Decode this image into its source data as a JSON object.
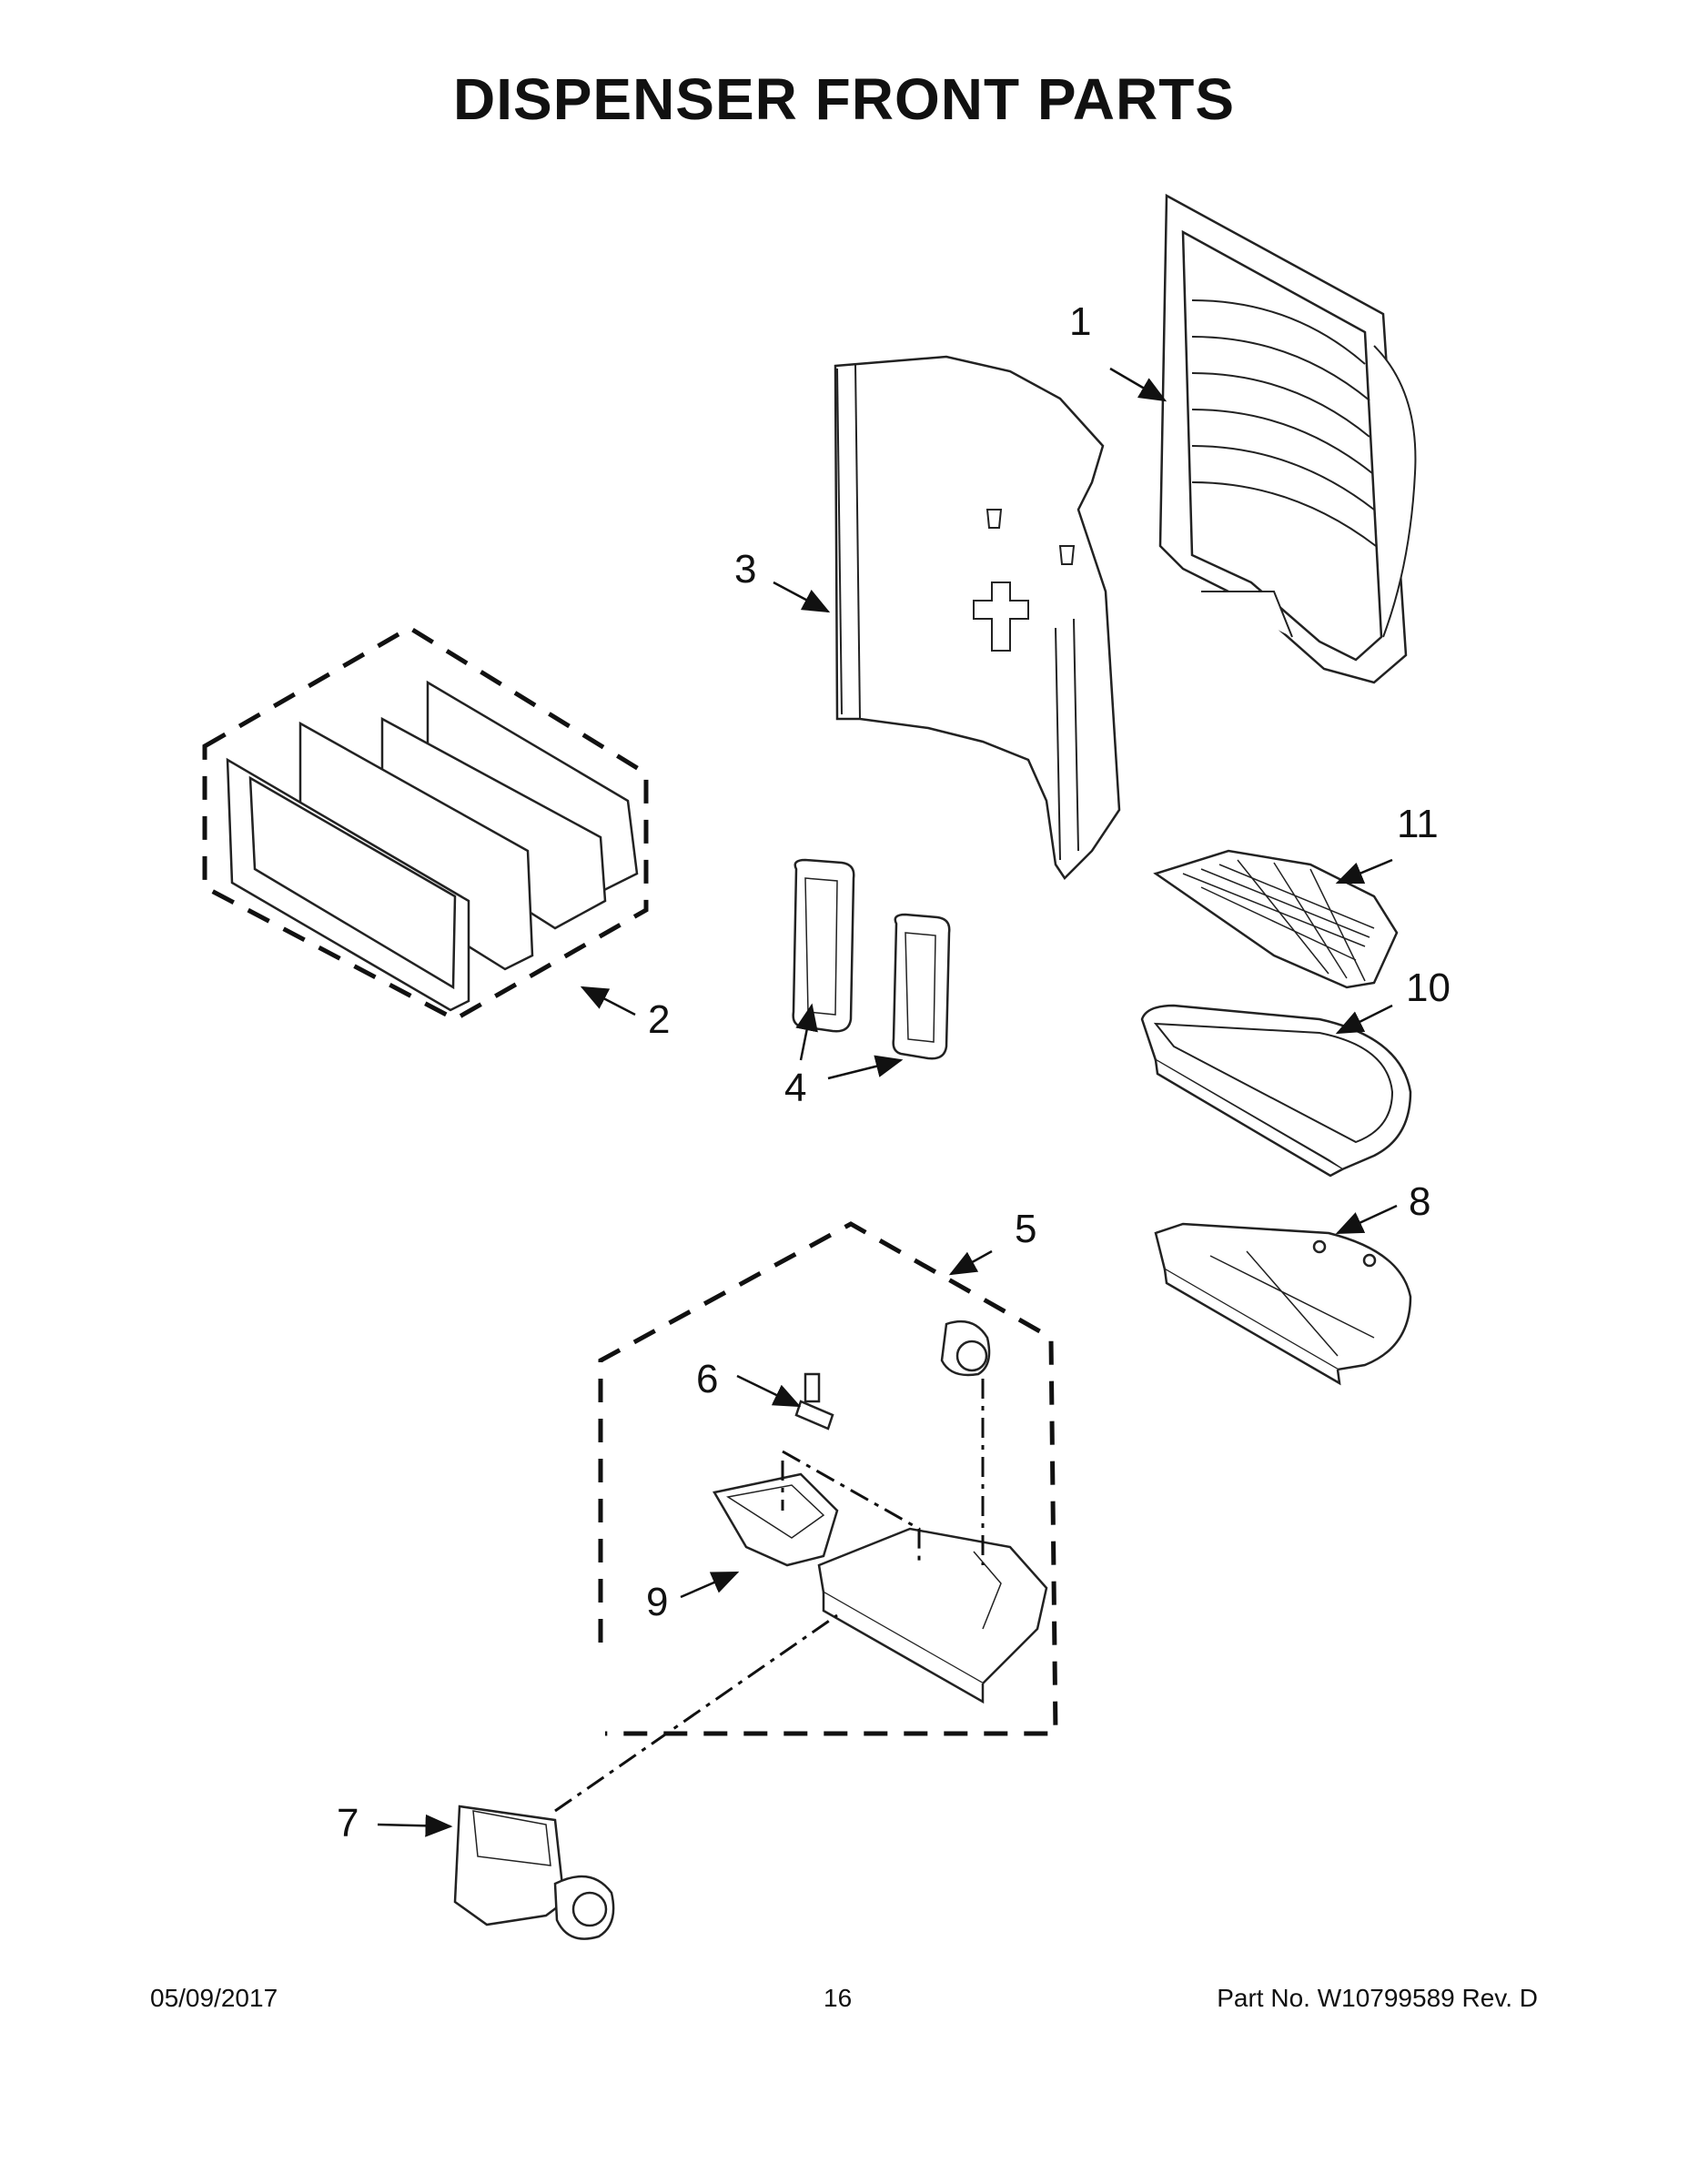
{
  "page": {
    "title": "DISPENSER FRONT PARTS",
    "footer": {
      "date": "05/09/2017",
      "page_number": "16",
      "part_no": "Part No.  W10799589  Rev.  D"
    }
  },
  "callouts": {
    "c1": "1",
    "c2": "2",
    "c3": "3",
    "c4": "4",
    "c5": "5",
    "c6": "6",
    "c7": "7",
    "c8": "8",
    "c9": "9",
    "c10": "10",
    "c11": "11"
  }
}
